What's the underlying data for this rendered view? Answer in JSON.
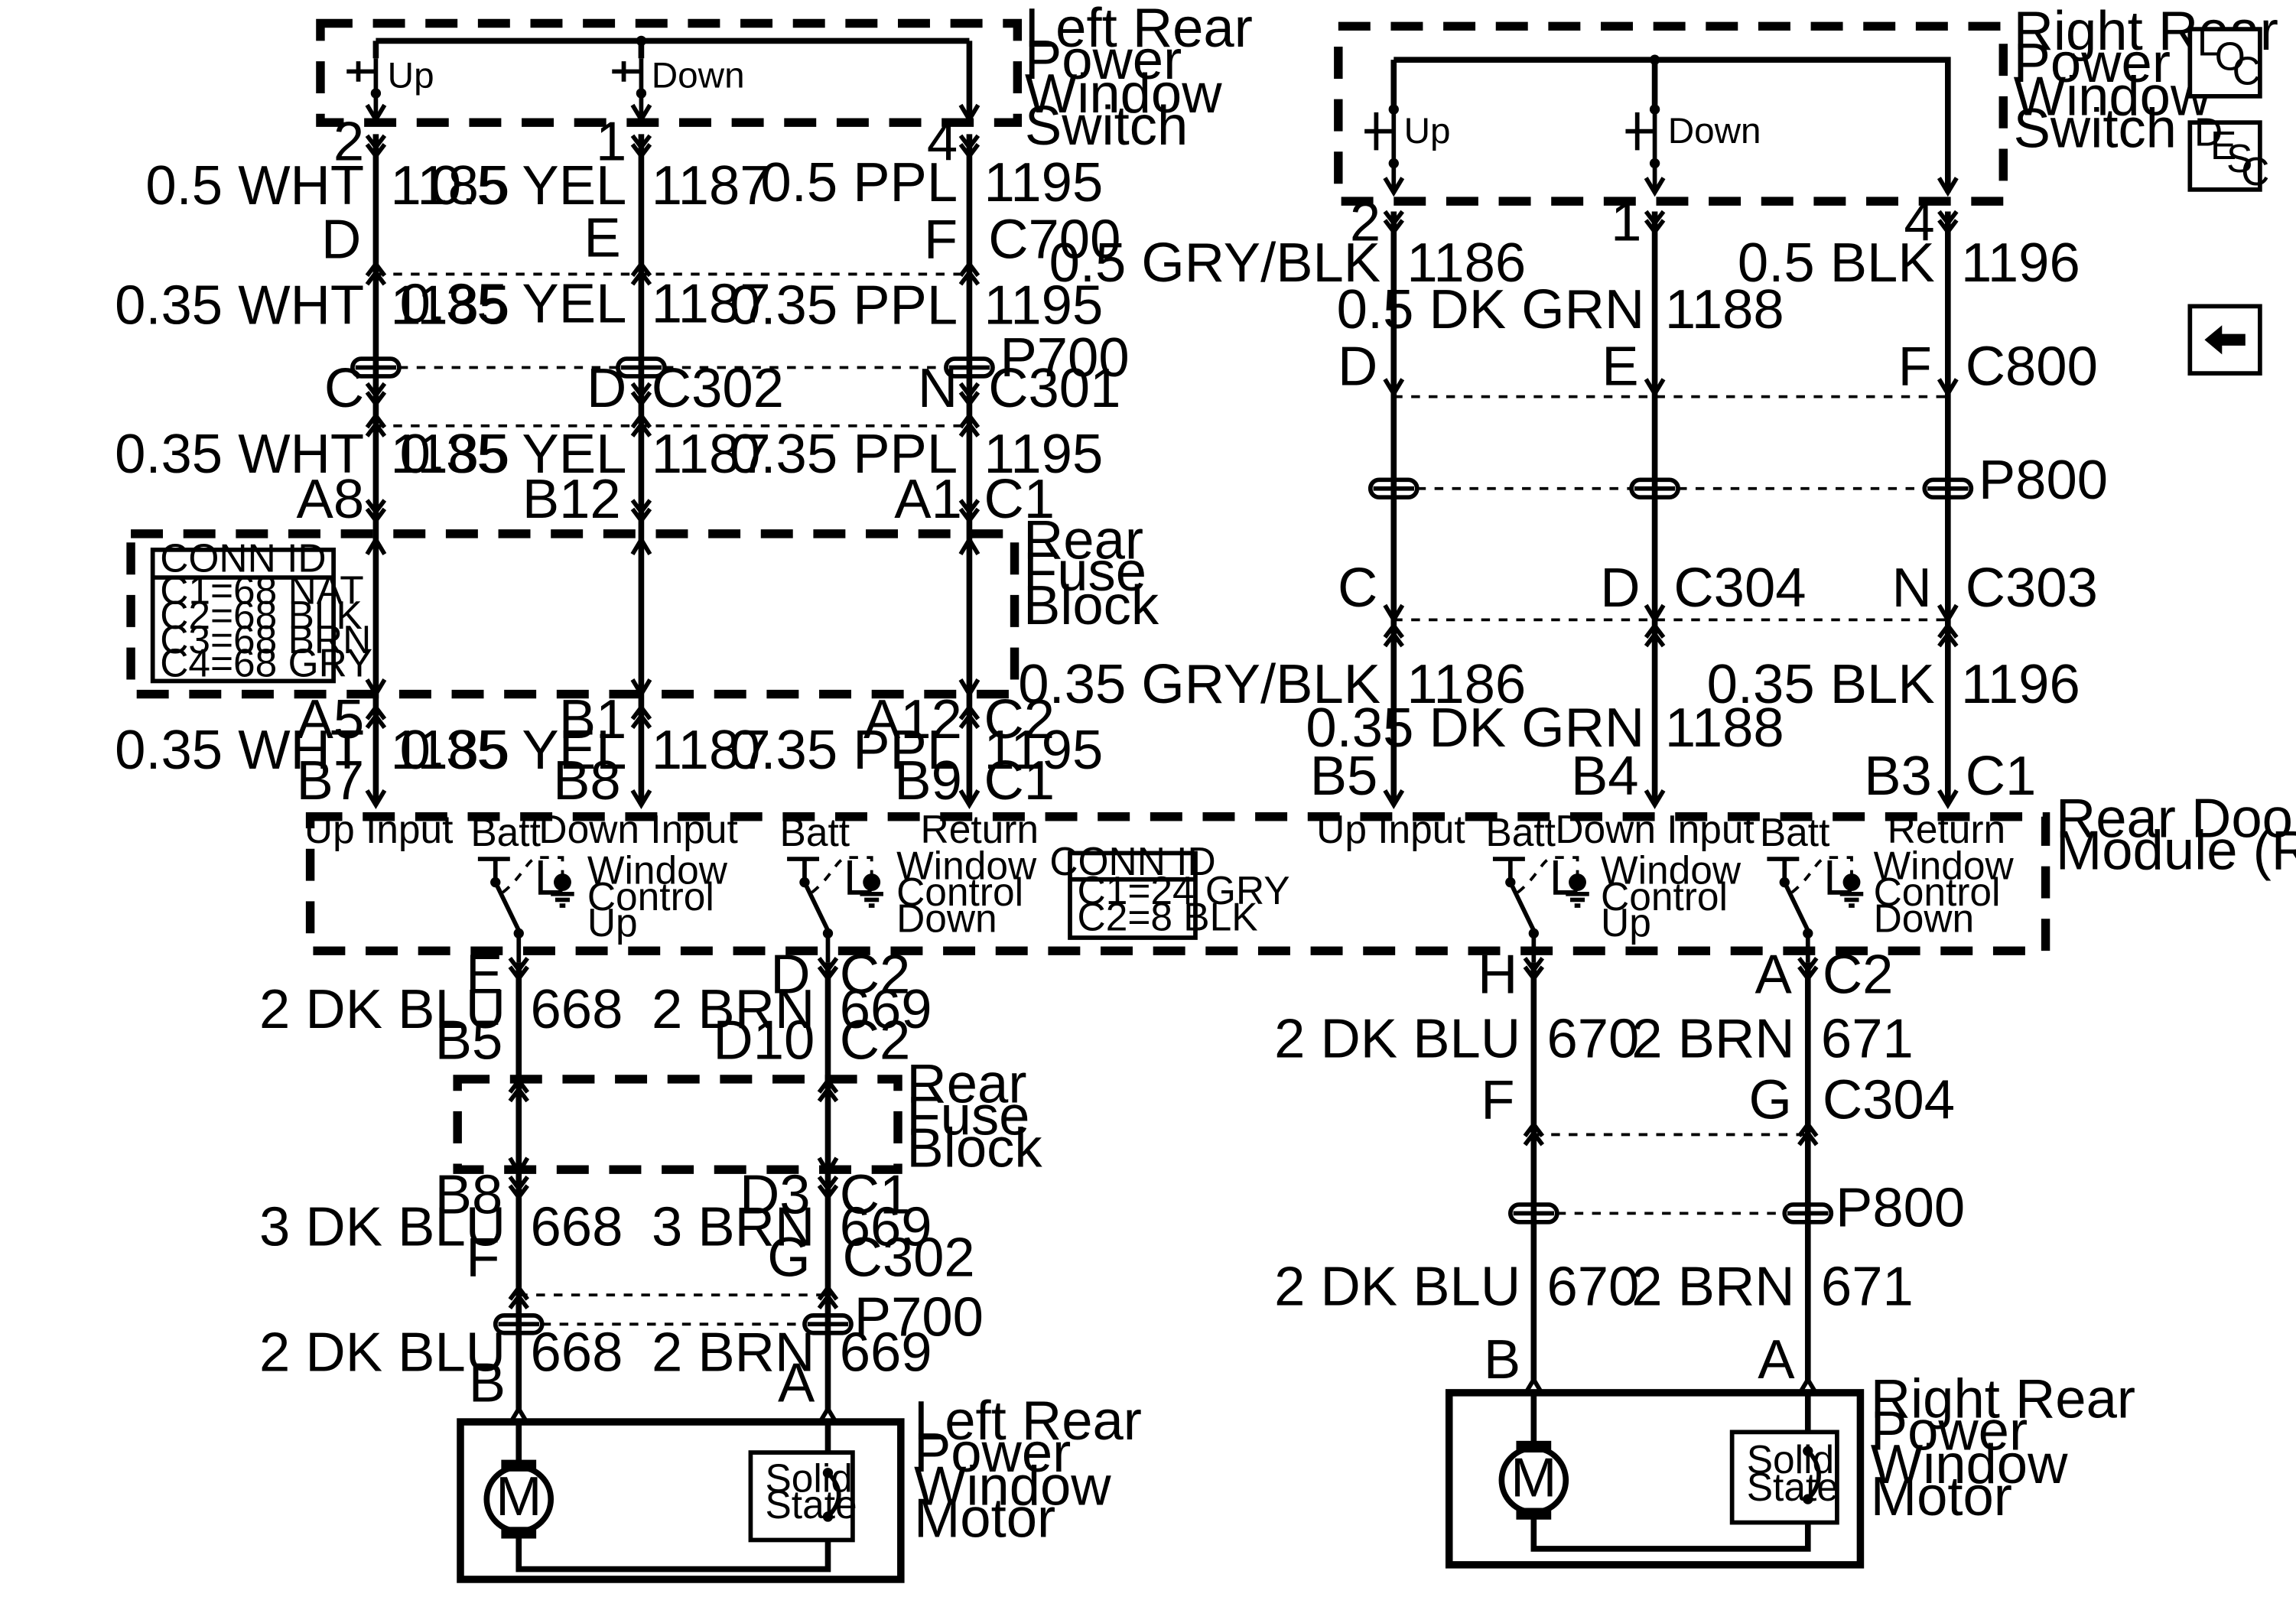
{
  "components": {
    "lr_switch": [
      "Left Rear",
      "Power",
      "Window",
      "Switch"
    ],
    "rr_switch": [
      "Right Rear",
      "Power",
      "Window",
      "Switch"
    ],
    "rear_fuse_block": [
      "Rear",
      "Fuse",
      "Block"
    ],
    "rdm": [
      "Rear Door",
      "Module (RDM)"
    ],
    "lr_motor": [
      "Left Rear",
      "Power",
      "Window",
      "Motor"
    ],
    "rr_motor": [
      "Right Rear",
      "Power",
      "Window",
      "Motor"
    ]
  },
  "switch_labels": {
    "up": "Up",
    "down": "Down"
  },
  "conn_id_fuse": {
    "title": "CONN ID",
    "rows": [
      "C1=68 NAT",
      "C2=68 BLK",
      "C3=68 BRN",
      "C4=68 GRY"
    ]
  },
  "conn_id_rdm": {
    "title": "CONN ID",
    "rows": [
      "C1=24 GRY",
      "C2=8 BLK"
    ]
  },
  "rdm_labels": {
    "up_input": "Up Input",
    "down_input": "Down Input",
    "return": "Return",
    "batt": "Batt",
    "wc_up": [
      "Window",
      "Control",
      "Up"
    ],
    "wc_down": [
      "Window",
      "Control",
      "Down"
    ]
  },
  "motor": {
    "m": "M",
    "solid": "Solid",
    "state": "State"
  },
  "nav": {
    "loc": [
      "L",
      "O",
      "C"
    ],
    "desc": [
      "D",
      "E",
      "S",
      "C"
    ]
  },
  "left": {
    "sw_pins": [
      "2",
      "1",
      "4"
    ],
    "w1": [
      [
        "0.5 WHT",
        "1185"
      ],
      [
        "0.5 YEL",
        "1187"
      ],
      [
        "0.5 PPL",
        "1195"
      ]
    ],
    "c700": [
      "D",
      "E",
      "F",
      "C700"
    ],
    "w2": [
      [
        "0.35 WHT",
        "1185"
      ],
      [
        "0.35 YEL",
        "1187"
      ],
      [
        "0.35 PPL",
        "1195"
      ]
    ],
    "p700": "P700",
    "c30x": [
      "C",
      "D",
      "C302",
      "N",
      "C301"
    ],
    "w3": [
      [
        "0.35 WHT",
        "1185"
      ],
      [
        "0.35 YEL",
        "1187"
      ],
      [
        "0.35 PPL",
        "1195"
      ]
    ],
    "c1": [
      "A8",
      "B12",
      "A1",
      "C1"
    ],
    "c2": [
      "A5",
      "B1",
      "A12",
      "C2"
    ],
    "w4": [
      [
        "0.35 WHT",
        "1185"
      ],
      [
        "0.35 YEL",
        "1187"
      ],
      [
        "0.35 PPL",
        "1195"
      ]
    ],
    "rdm_c1": [
      "B7",
      "B8",
      "B9",
      "C1"
    ],
    "m_rdm": [
      "E",
      "D",
      "C2"
    ],
    "m_w1": [
      [
        "2 DK BLU",
        "668"
      ],
      [
        "2 BRN",
        "669"
      ]
    ],
    "m_c2": [
      "B5",
      "D10",
      "C2"
    ],
    "m_c1": [
      "B8",
      "D3",
      "C1"
    ],
    "m_w2": [
      [
        "3 DK BLU",
        "668"
      ],
      [
        "3 BRN",
        "669"
      ]
    ],
    "m_c302": [
      "F",
      "G",
      "C302"
    ],
    "m_p700": "P700",
    "m_w3": [
      [
        "2 DK BLU",
        "668"
      ],
      [
        "2 BRN",
        "669"
      ]
    ],
    "m_pins": [
      "B",
      "A"
    ]
  },
  "right": {
    "sw_pins": [
      "2",
      "1",
      "4"
    ],
    "w1": [
      [
        "0.5 GRY/BLK",
        "1186"
      ],
      [
        "0.5 DK GRN",
        "1188"
      ],
      [
        "0.5 BLK",
        "1196"
      ]
    ],
    "c800": [
      "D",
      "E",
      "F",
      "C800"
    ],
    "p800": "P800",
    "c30x": [
      "C",
      "D",
      "C304",
      "N",
      "C303"
    ],
    "w2": [
      [
        "0.35 GRY/BLK",
        "1186"
      ],
      [
        "0.35 DK GRN",
        "1188"
      ],
      [
        "0.35 BLK",
        "1196"
      ]
    ],
    "rdm_c1": [
      "B5",
      "B4",
      "B3",
      "C1"
    ],
    "m_rdm": [
      "H",
      "A",
      "C2"
    ],
    "m_w1": [
      [
        "2 DK BLU",
        "670"
      ],
      [
        "2 BRN",
        "671"
      ]
    ],
    "m_c304": [
      "F",
      "G",
      "C304"
    ],
    "m_p800": "P800",
    "m_w2": [
      [
        "2 DK BLU",
        "670"
      ],
      [
        "2 BRN",
        "671"
      ]
    ],
    "m_pins": [
      "B",
      "A"
    ]
  }
}
